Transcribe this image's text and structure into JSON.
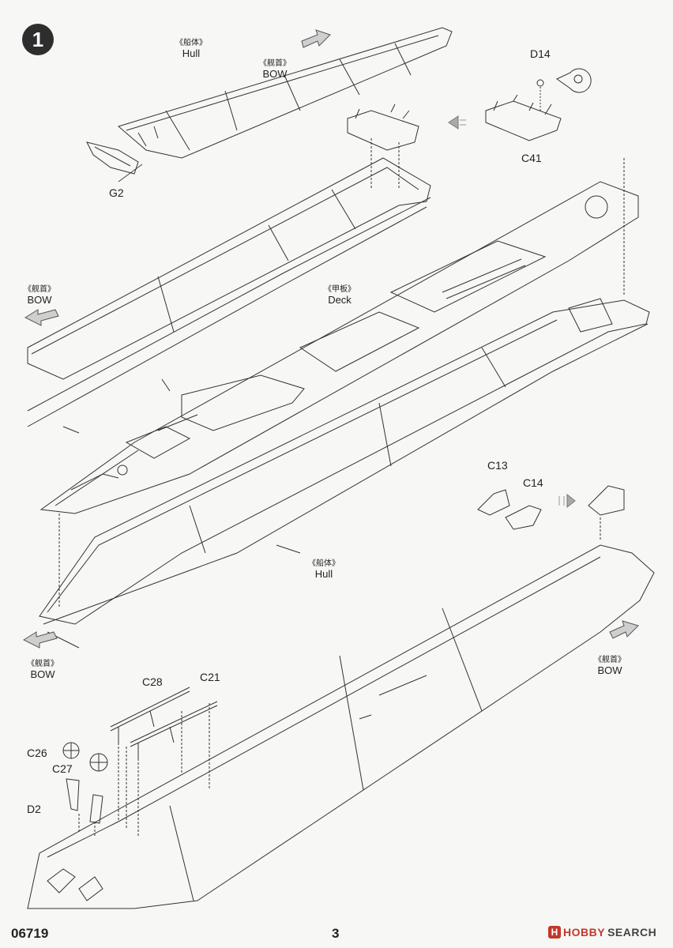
{
  "step": {
    "number": "1"
  },
  "labels": {
    "hull_top": {
      "cn": "《船体》",
      "en": "Hull"
    },
    "bow_top": {
      "cn": "《舰首》",
      "en": "BOW"
    },
    "bow_left_upper": {
      "cn": "《舰首》",
      "en": "BOW"
    },
    "deck": {
      "cn": "《甲板》",
      "en": "Deck"
    },
    "hull_mid": {
      "cn": "《船体》",
      "en": "Hull"
    },
    "bow_left_lower": {
      "cn": "《舰首》",
      "en": "BOW"
    },
    "bow_right_lower": {
      "cn": "《舰首》",
      "en": "BOW"
    }
  },
  "parts": {
    "d14": "D14",
    "c41": "C41",
    "g2": "G2",
    "c13": "C13",
    "c14": "C14",
    "c28": "C28",
    "c21": "C21",
    "c26": "C26",
    "c27": "C27",
    "d2": "D2"
  },
  "footer": {
    "product_code": "06719",
    "page_number": "3",
    "brand_hobby": "HOBBY",
    "brand_search": "SEARCH",
    "brand_mark": "H"
  },
  "colors": {
    "paper": "#f7f7f5",
    "line": "#333333",
    "arrow_fill": "#cfcfcf",
    "badge": "#2e2e2e",
    "brand_red": "#c0392b"
  },
  "icons": [
    "arrow-right-icon",
    "arrow-left-icon",
    "dotted-arrow-left-icon",
    "dotted-arrow-right-icon",
    "callout-bubble-icon"
  ]
}
